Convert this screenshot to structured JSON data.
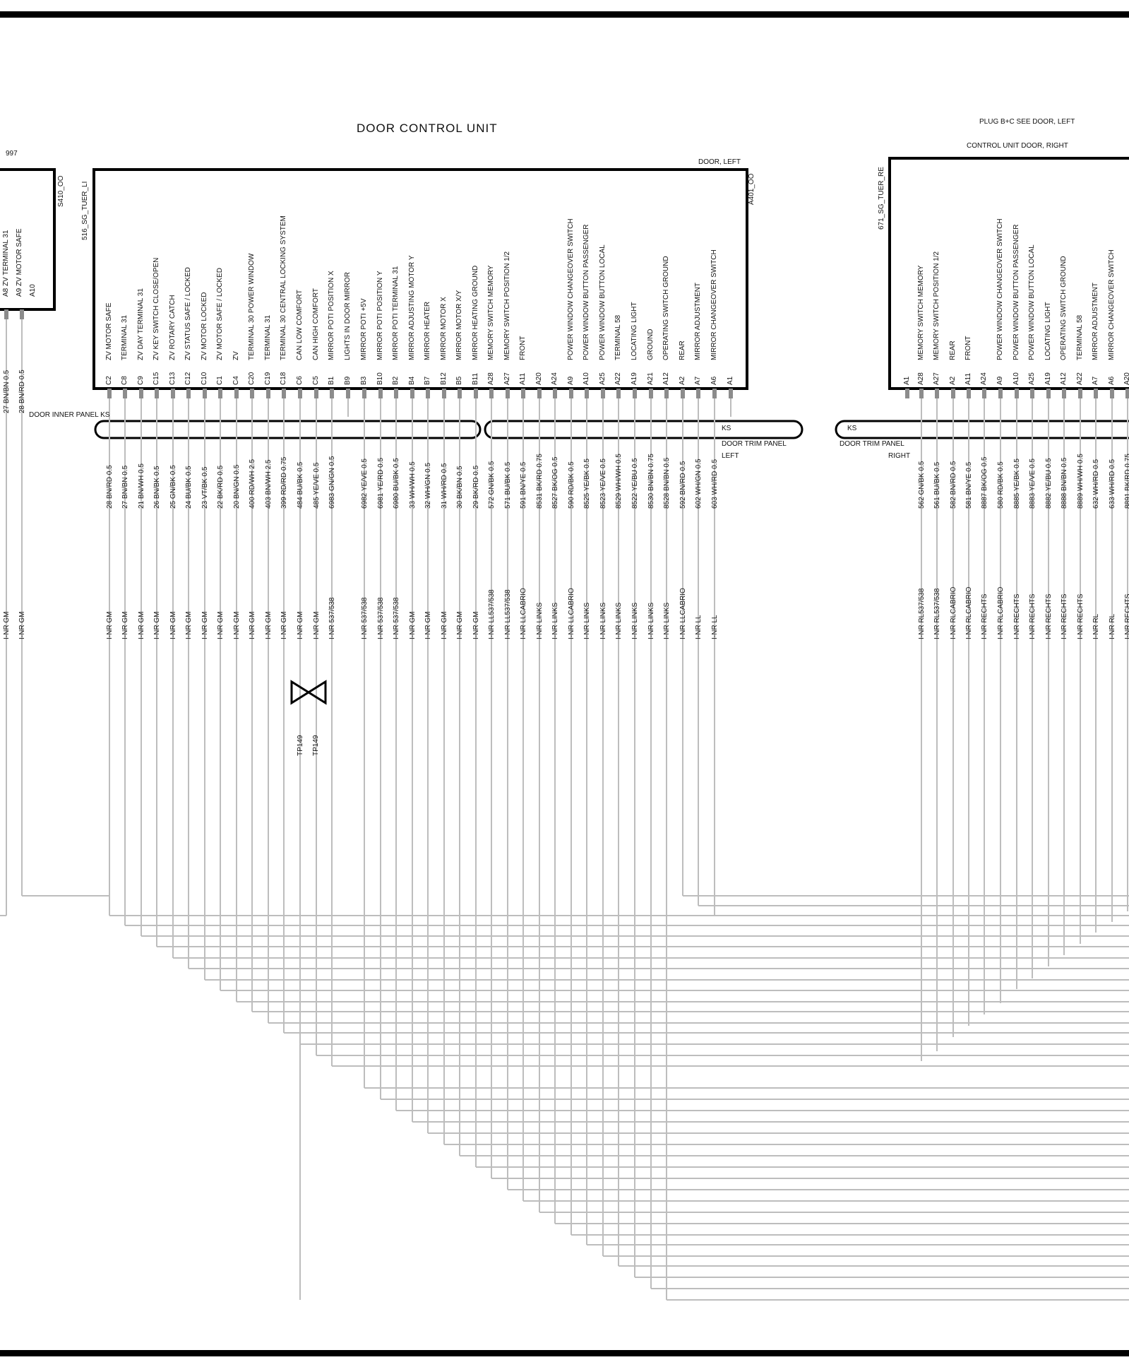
{
  "titles": {
    "unit_title": "DOOR  CONTROL UNIT",
    "plug_note": "PLUG B+C  SEE DOOR, LEFT",
    "right_unit_title": "CONTROL UNIT DOOR, RIGHT",
    "left_code": "997",
    "door_left": "DOOR, LEFT",
    "door_inner_panel": "DOOR INNER PANEL KS",
    "trim_left_ks": "KS",
    "trim_left_1": "DOOR TRIM PANEL",
    "trim_left_2": "LEFT",
    "trim_right_ks": "KS",
    "trim_right_1": "DOOR TRIM PANEL",
    "trim_right_2": "RIGHT",
    "s410": "S410_OO",
    "sg_left": "516_SG_TUER_LI",
    "a401": "A401_OO",
    "sg_right": "671_SG_TUER_RE",
    "tp_a": "TP149",
    "tp_b": "TP149"
  },
  "left_stub": {
    "labels": [
      "A8  ZV  TERMINAL 31",
      "A9  ZV  MOTOR SAFE",
      "A10"
    ],
    "pins": [
      {
        "wire": "27 BN/BN 0.5",
        "harness": "I-NR GM"
      },
      {
        "wire": "28 BN/RD 0.5",
        "harness": "I-NR GM"
      }
    ]
  },
  "main_pins": [
    {
      "pin": "C2",
      "label": "ZV    MOTOR    SAFE",
      "wire": "28 BN/RD 0.5",
      "harness": "I-NR GM"
    },
    {
      "pin": "C8",
      "label": "TERMINAL 31",
      "wire": "27 BN/BN 0.5",
      "harness": "I-NR GM"
    },
    {
      "pin": "C9",
      "label": "ZV    DAY    TERMINAL 31",
      "wire": "21 BN/WH 0.5",
      "harness": "I-NR GM"
    },
    {
      "pin": "C15",
      "label": "ZV    KEY  SWITCH  CLOSE/OPEN",
      "wire": "26 BN/BK 0.5",
      "harness": "I-NR GM"
    },
    {
      "pin": "C13",
      "label": "ZV    ROTARY CATCH",
      "wire": "25 GN/BK 0.5",
      "harness": "I-NR GM"
    },
    {
      "pin": "C12",
      "label": "ZV    STATUS  SAFE  /  LOCKED",
      "wire": "24 BU/BK 0.5",
      "harness": "I-NR GM"
    },
    {
      "pin": "C10",
      "label": "ZV    MOTOR LOCKED",
      "wire": "23 VT/BK 0.5",
      "harness": "I-NR GM"
    },
    {
      "pin": "C1",
      "label": "ZV    MOTOR    SAFE  /  LOCKED",
      "wire": "22 BK/RD 0.5",
      "harness": "I-NR GM"
    },
    {
      "pin": "C4",
      "label": "ZV",
      "wire": "20 BN/GN 0.5",
      "harness": "I-NR GM"
    },
    {
      "pin": "C20",
      "label": "TERMINAL 30 POWER WINDOW",
      "wire": "400 RD/WH 2.5",
      "harness": "I-NR GM"
    },
    {
      "pin": "C19",
      "label": "TERMINAL 31",
      "wire": "403 BN/WH 2.5",
      "harness": "I-NR GM"
    },
    {
      "pin": "C18",
      "label": "TERMINAL 30 CENTRAL LOCKING SYSTEM",
      "wire": "399 RD/RD 0.75",
      "harness": "I-NR GM"
    },
    {
      "pin": "C6",
      "label": "CAN LOW COMFORT",
      "wire": "484 BU/BK 0.5",
      "harness": "I-NR GM"
    },
    {
      "pin": "C5",
      "label": "CAN HIGH COMFORT",
      "wire": "485 YE/VE 0.5",
      "harness": "I-NR GM"
    },
    {
      "pin": "B1",
      "label": "MIRROR POTI  POSITION  X",
      "wire": "6983 GN/GN 0.5",
      "harness": "I-NR 537/538"
    },
    {
      "pin": "B9",
      "label": "LIGHTS IN DOOR MIRROR",
      "wire": "",
      "harness": ""
    },
    {
      "pin": "B3",
      "label": "MIRROR  POTI  +5V",
      "wire": "6982 YE/VE 0.5",
      "harness": "I-NR 537/538"
    },
    {
      "pin": "B10",
      "label": "MIRROR  POTI  POSITION Y",
      "wire": "6981 YE/RD 0.5",
      "harness": "I-NR 537/538"
    },
    {
      "pin": "B2",
      "label": "MIRROR  POTI  TERMINAL 31",
      "wire": "6980 BU/BK 0.5",
      "harness": "I-NR 537/538"
    },
    {
      "pin": "B4",
      "label": "MIRROR  ADJUSTING MOTOR  Y",
      "wire": "33 WH/WH 0.5",
      "harness": "I-NR GM"
    },
    {
      "pin": "B7",
      "label": "MIRROR HEATER",
      "wire": "32 WH/GN 0.5",
      "harness": "I-NR GM"
    },
    {
      "pin": "B12",
      "label": "MIRROR    MOTOR  X",
      "wire": "31 WH/RD 0.5",
      "harness": "I-NR GM"
    },
    {
      "pin": "B5",
      "label": "MIRROR    MOTOR   X/Y",
      "wire": "30 BK/BN 0.5",
      "harness": "I-NR GM"
    },
    {
      "pin": "B11",
      "label": "MIRROR HEATING GROUND",
      "wire": "29 BK/RD 0.5",
      "harness": "I-NR GM"
    },
    {
      "pin": "A28",
      "label": "MEMORY SWITCH MEMORY",
      "wire": "572 GN/BK 0.5",
      "harness": "I-NR LL537/538"
    },
    {
      "pin": "A27",
      "label": "MEMORY SWITCH POSITION 1/2",
      "wire": "571 BU/BK 0.5",
      "harness": "I-NR LL537/538"
    },
    {
      "pin": "A11",
      "label": "FRONT",
      "wire": "591 BN/YE 0.5",
      "harness": "I-NR LLCABRIO"
    },
    {
      "pin": "A20",
      "label": "",
      "wire": "8531 BK/RD 0.75",
      "harness": "I-NR LINKS"
    },
    {
      "pin": "A24",
      "label": "",
      "wire": "8527 BK/OG 0.5",
      "harness": "I-NR LINKS"
    },
    {
      "pin": "A9",
      "label": "POWER WINDOW   CHANGEOVER SWITCH",
      "wire": "590 RD/BK 0.5",
      "harness": "I-NR LLCABRIO"
    },
    {
      "pin": "A10",
      "label": "POWER WINDOW   BUTTON  PASSENGER",
      "wire": "8525 YE/BK 0.5",
      "harness": "I-NR LINKS"
    },
    {
      "pin": "A25",
      "label": "POWER WINDOW BUTTON   LOCAL",
      "wire": "8523 YE/VE 0.5",
      "harness": "I-NR LINKS"
    },
    {
      "pin": "A22",
      "label": "TERMINAL 58",
      "wire": "8529 WH/WH 0.5",
      "harness": "I-NR LINKS"
    },
    {
      "pin": "A19",
      "label": "LOCATING LIGHT",
      "wire": "8522 YE/BU 0.5",
      "harness": "I-NR LINKS"
    },
    {
      "pin": "A21",
      "label": "GROUND",
      "wire": "8530 BN/BN 0.75",
      "harness": "I-NR LINKS"
    },
    {
      "pin": "A12",
      "label": "OPERATING SWITCH GROUND",
      "wire": "8528 BN/BN 0.5",
      "harness": "I-NR LINKS"
    },
    {
      "pin": "A2",
      "label": "REAR",
      "wire": "592 BN/RD 0.5",
      "harness": "I-NR LLCABRIO"
    },
    {
      "pin": "A7",
      "label": "MIRROR ADJUSTMENT",
      "wire": "602 WH/GN 0.5",
      "harness": "I-NR LL"
    },
    {
      "pin": "A6",
      "label": "MIRROR CHANGEOVER SWITCH",
      "wire": "603 WH/RD 0.5",
      "harness": "I-NR LL"
    },
    {
      "pin": "A1",
      "label": "",
      "wire": "",
      "harness": ""
    }
  ],
  "right_pins": [
    {
      "pin": "A1",
      "label": "",
      "wire": "",
      "harness": ""
    },
    {
      "pin": "A28",
      "label": "MEMORY SWITCH MEMORY",
      "wire": "562 GN/BK 0.5",
      "harness": "I-NR RL537/538"
    },
    {
      "pin": "A27",
      "label": "MEMORY SWITCH POSITION 1/2",
      "wire": "561 BU/BK 0.5",
      "harness": "I-NR RL537/538"
    },
    {
      "pin": "A2",
      "label": "REAR",
      "wire": "582 BN/RD 0.5",
      "harness": "I-NR RLCABRIO"
    },
    {
      "pin": "A11",
      "label": "FRONT",
      "wire": "581 BN/YE 0.5",
      "harness": "I-NR RLCABRIO"
    },
    {
      "pin": "A24",
      "label": "",
      "wire": "8887 BK/OG 0.5",
      "harness": "I-NR RECHTS"
    },
    {
      "pin": "A9",
      "label": "POWER WINDOW   CHANGEOVER SWITCH",
      "wire": "580 RD/BK 0.5",
      "harness": "I-NR RLCABRIO"
    },
    {
      "pin": "A10",
      "label": "POWER WINDOW   BUTTON  PASSENGER",
      "wire": "8885 YE/BK 0.5",
      "harness": "I-NR RECHTS"
    },
    {
      "pin": "A25",
      "label": "POWER WINDOW BUTTON  LOCAL",
      "wire": "8883 YE/VE 0.5",
      "harness": "I-NR RECHTS"
    },
    {
      "pin": "A19",
      "label": "LOCATING LIGHT",
      "wire": "8882 YE/BU 0.5",
      "harness": "I-NR RECHTS"
    },
    {
      "pin": "A12",
      "label": "OPERATING SWITCH GROUND",
      "wire": "8888 BN/BN 0.5",
      "harness": "I-NR RECHTS"
    },
    {
      "pin": "A22",
      "label": "TERMINAL 58",
      "wire": "8889 WH/WH 0.5",
      "harness": "I-NR RECHTS"
    },
    {
      "pin": "A7",
      "label": "MIRROR ADJUSTMENT",
      "wire": "632 WH/RD 0.5",
      "harness": "I-NR RL"
    },
    {
      "pin": "A6",
      "label": "MIRROR CHANGEOVER SWITCH",
      "wire": "633 WH/RD 0.5",
      "harness": "I-NR RL"
    },
    {
      "pin": "A20",
      "label": "",
      "wire": "8891 BK/RD 0.75",
      "harness": "I-NR RECHTS"
    }
  ],
  "colors": {
    "ink": "#000000",
    "wire": "#bdbdbd",
    "pin": "#8c8c8c"
  }
}
